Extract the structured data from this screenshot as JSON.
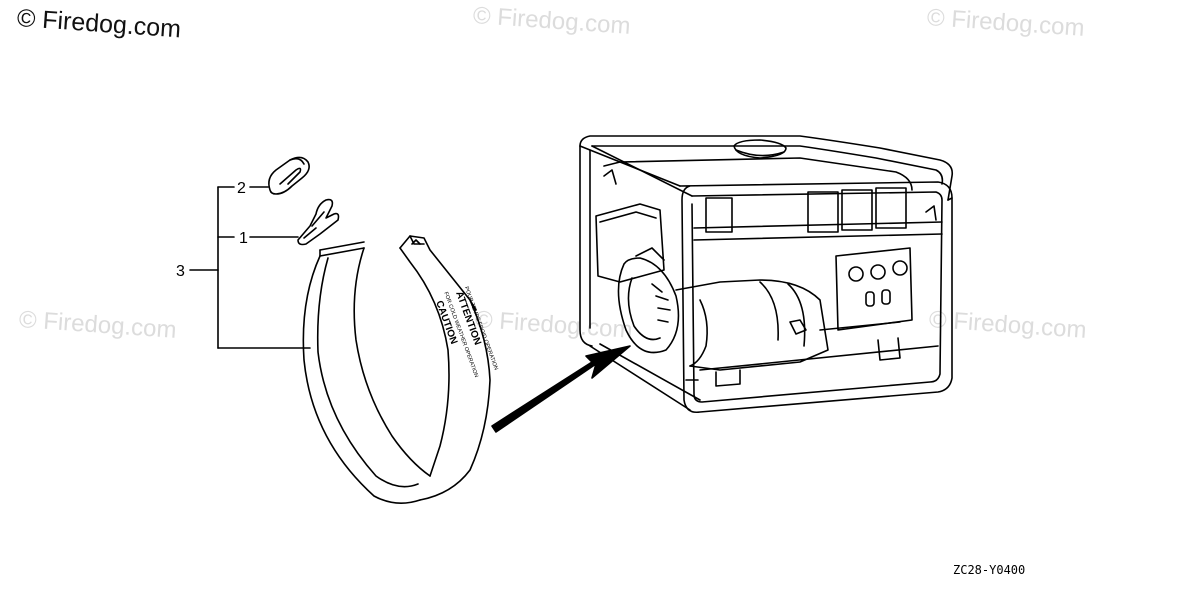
{
  "watermark": {
    "main": "© Firedog.com",
    "faint": "© Firedog.com"
  },
  "callouts": {
    "item1": "1",
    "item2": "2",
    "item3": "3"
  },
  "band_label": {
    "line1": "CAUTION",
    "line2": "FOR COLD WEATHER OPERATION",
    "line3": "ATTENTION",
    "line4": "POUR TEMPS FROID OPERATION"
  },
  "drawing_code": "ZC28-Y0400",
  "colors": {
    "ink": "#000000",
    "watermark_faint": "#dcdcdc",
    "background": "#ffffff"
  }
}
